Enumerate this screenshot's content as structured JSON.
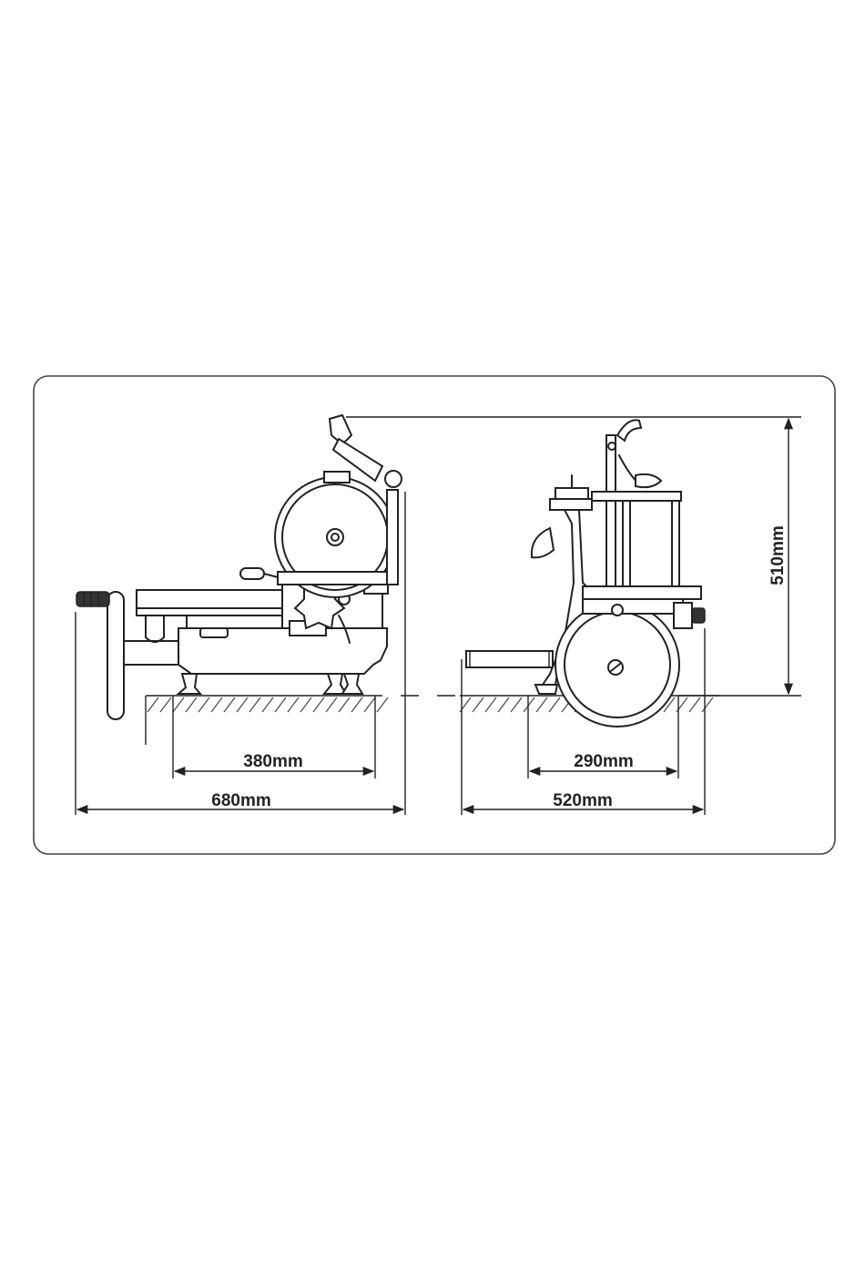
{
  "dimensions": {
    "side_base_width": "380mm",
    "side_total_width": "680mm",
    "front_base_width": "290mm",
    "front_total_width": "520mm",
    "height": "510mm"
  }
}
